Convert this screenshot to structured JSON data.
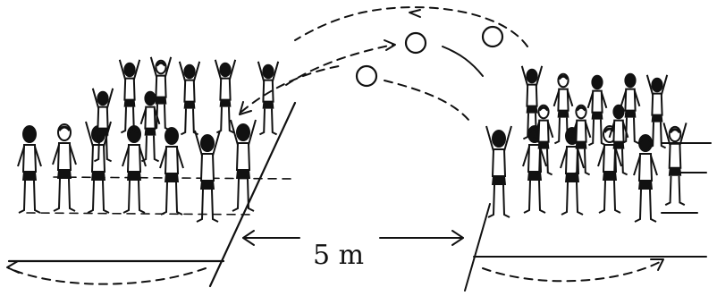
{
  "diagram": {
    "distance_label": "5 m",
    "ink_color": "#111111",
    "background_color": "#ffffff",
    "groups": [
      {
        "name": "left-team",
        "players": 14
      },
      {
        "name": "right-team",
        "players": 14
      }
    ],
    "balls": 3
  }
}
